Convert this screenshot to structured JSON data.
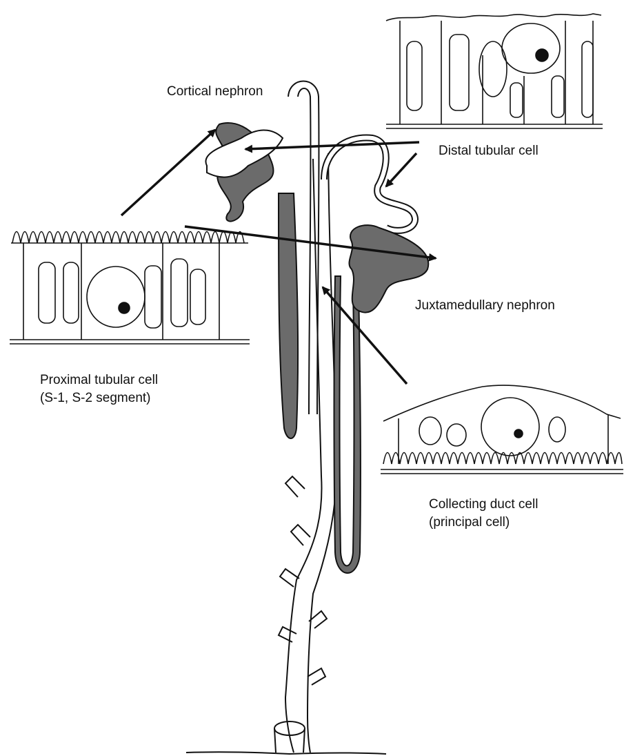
{
  "labels": {
    "cortical": "Cortical nephron",
    "distal": "Distal tubular cell",
    "juxta": "Juxtamedullary nephron",
    "proximal_line1": "Proximal tubular cell",
    "proximal_line2": "(S-1, S-2 segment)",
    "collecting_line1": "Collecting duct cell",
    "collecting_line2": "(principal cell)"
  },
  "colors": {
    "ink": "#111111",
    "tubule_grey": "#6b6b6b",
    "background": "#ffffff"
  }
}
